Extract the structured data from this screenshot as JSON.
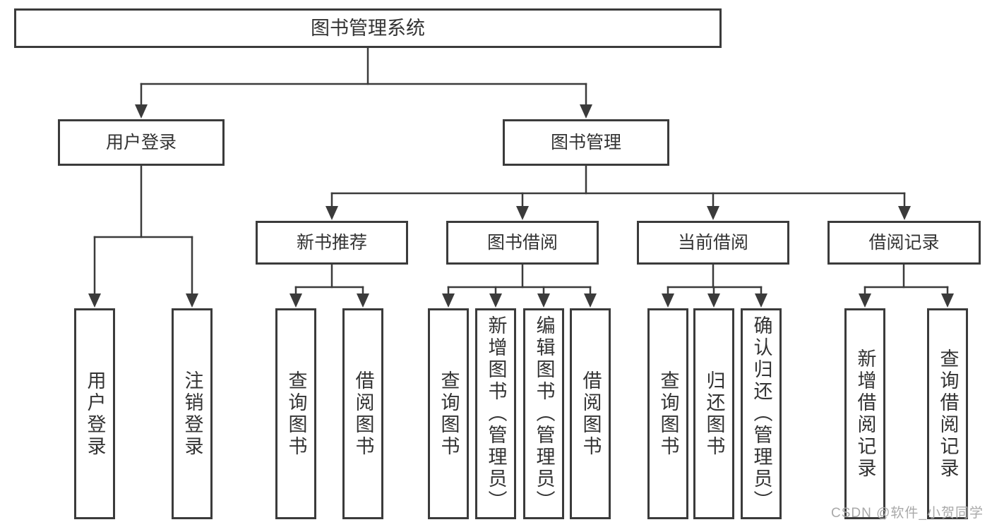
{
  "diagram": {
    "title": "图书管理系统",
    "type": "functional-structure-tree"
  },
  "colors": {
    "line": "#3b3b3b",
    "text": "#333333",
    "background": "#ffffff",
    "watermark": "#a9a9a9"
  },
  "watermark": {
    "text": "CSDN @软件_小贺同学"
  },
  "nodes": {
    "root": {
      "label": "图书管理系统"
    },
    "user_login": {
      "label": "用户登录"
    },
    "book_mgmt": {
      "label": "图书管理"
    },
    "new_book_rec": {
      "label": "新书推荐"
    },
    "book_borrow": {
      "label": "图书借阅"
    },
    "current_borrow": {
      "label": "当前借阅"
    },
    "borrow_records": {
      "label": "借阅记录"
    },
    "leaf_user_login": {
      "label": "用户登录"
    },
    "leaf_logout": {
      "label": "注销登录"
    },
    "leaf_query_book_rec": {
      "label": "查询图书"
    },
    "leaf_borrow_book_rec": {
      "label": "借阅图书"
    },
    "leaf_query_book_borrow": {
      "label": "查询图书"
    },
    "leaf_add_book": {
      "label": "新增图书（管理员）"
    },
    "leaf_edit_book": {
      "label": "编辑图书（管理员）"
    },
    "leaf_borrow_book": {
      "label": "借阅图书"
    },
    "leaf_query_book_current": {
      "label": "查询图书"
    },
    "leaf_return_book": {
      "label": "归还图书"
    },
    "leaf_confirm_return": {
      "label": "确认归还（管理员）"
    },
    "leaf_add_borrow_record": {
      "label": "新增借阅记录"
    },
    "leaf_query_borrow_record": {
      "label": "查询借阅记录"
    }
  }
}
